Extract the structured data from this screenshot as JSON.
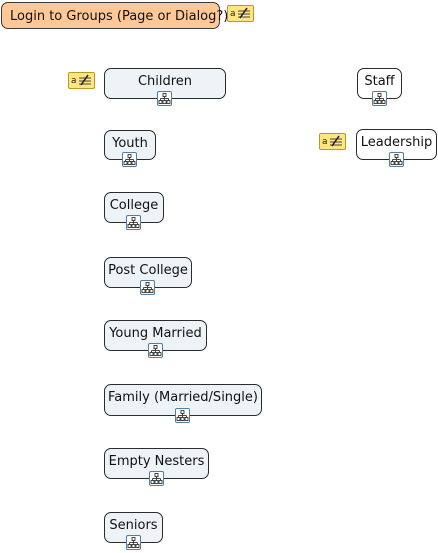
{
  "root": {
    "label": "Login to Groups (Page or Dialog?)"
  },
  "nodes": {
    "children": "Children",
    "youth": "Youth",
    "college": "College",
    "post_college": "Post College",
    "young_married": "Young Married",
    "family": "Family (Married/Single)",
    "empty_nesters": "Empty Nesters",
    "seniors": "Seniors",
    "staff": "Staff",
    "leadership": "Leadership"
  },
  "icons": {
    "note": "note-icon",
    "subdiagram": "subdiagram-icon"
  },
  "colors": {
    "root_fill": "#ffc896",
    "node_fill": "#edf3f6",
    "node_fill_white": "#ffffff",
    "note_fill": "#ffe680",
    "link_icon_border": "#4d7ea8"
  }
}
